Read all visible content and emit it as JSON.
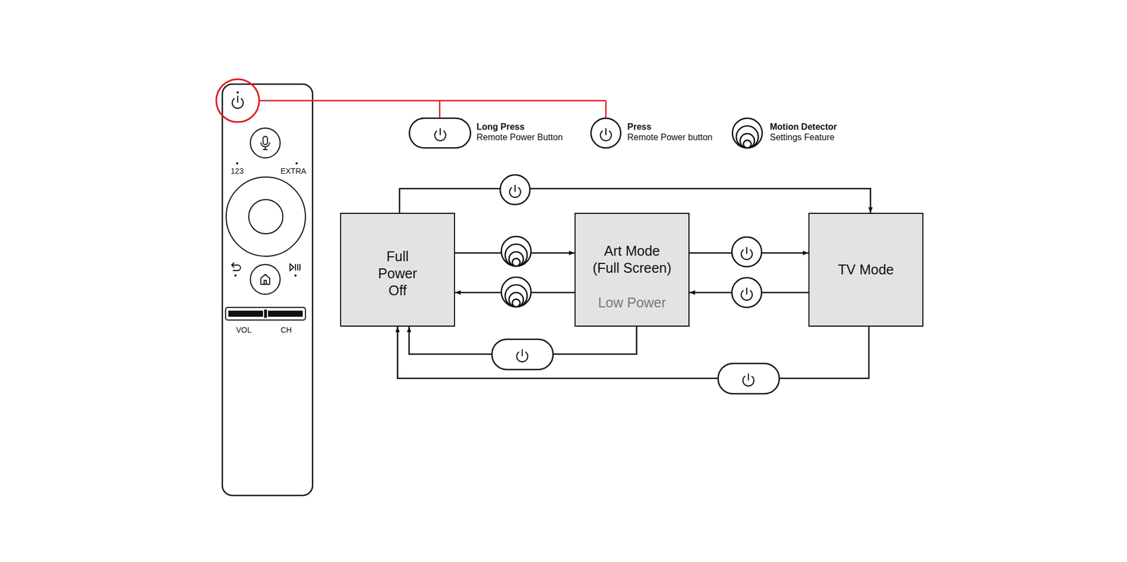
{
  "diagram": {
    "nodes": [
      {
        "text": [
          "Full Power Off"
        ]
      },
      {
        "text": [
          "Art Mode (Full Screen)",
          "Low Power"
        ]
      },
      {
        "text": [
          "TV Mode"
        ]
      }
    ],
    "edges": [
      {
        "from": 0,
        "to": 2,
        "arrow": "to"
      },
      {
        "from": 0,
        "to": 1,
        "arrow": "to"
      },
      {
        "from": 1,
        "to": 0,
        "arrow": "to"
      },
      {
        "from": 1,
        "to": 2,
        "arrow": "to"
      },
      {
        "from": 2,
        "to": 1,
        "arrow": "to"
      },
      {
        "from": 1,
        "to": 0,
        "arrow": "to"
      },
      {
        "from": 2,
        "to": 0,
        "arrow": "to"
      }
    ],
    "labels": [
      "123",
      "EXTRA",
      "VOL",
      "CH",
      "Remote Power Button",
      "Remote Power button",
      "Settings Feature"
    ],
    "legend": [
      {
        "text": "Long Press"
      },
      {
        "text": "Press"
      },
      {
        "text": "Motion Detector"
      }
    ]
  }
}
